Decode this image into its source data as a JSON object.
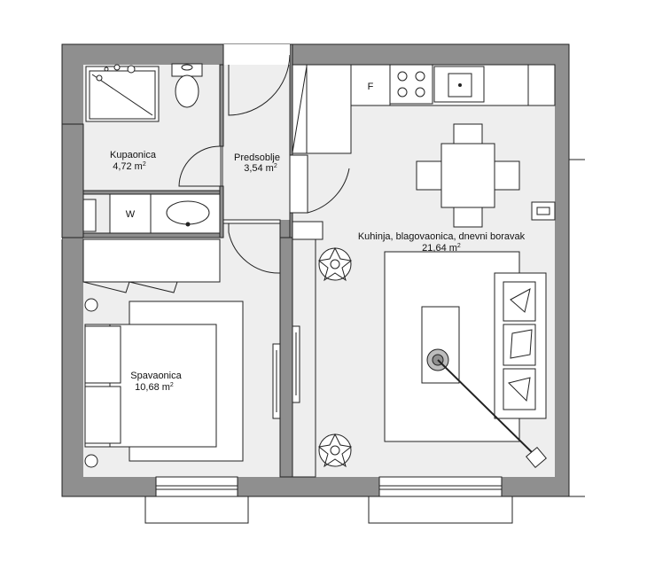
{
  "rooms": {
    "bathroom": {
      "name": "Kupaonica",
      "area": "4,72 m",
      "unit_sup": "2"
    },
    "hallway": {
      "name": "Predsoblje",
      "area": "3,54 m",
      "unit_sup": "2"
    },
    "living": {
      "name": "Kuhinja, blagovaonica, dnevni boravak",
      "area": "21,64 m",
      "unit_sup": "2"
    },
    "bedroom": {
      "name": "Spavaonica",
      "area": "10,68 m",
      "unit_sup": "2"
    }
  },
  "fixtures": {
    "fridge_label": "F",
    "washer_label": "W"
  },
  "colors": {
    "wall": "#8f8f8f",
    "floor": "#eeeeee",
    "line": "#222222"
  }
}
